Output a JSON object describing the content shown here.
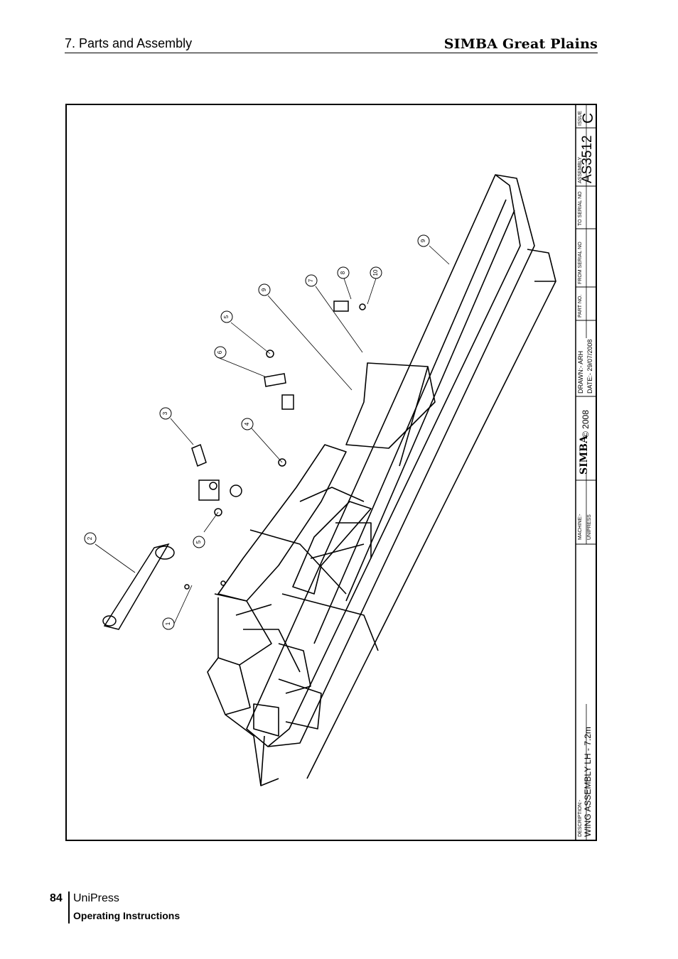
{
  "header": {
    "section": "7. Parts and Assembly",
    "brand": "SIMBA Great Plains"
  },
  "title_block": {
    "issue_label": "ISSUE",
    "issue_value": "C",
    "assembly_label": "ASSEMBLY",
    "assembly_value": "AS3512",
    "to_serial_label": "TO SERIAL NO",
    "from_serial_label": "FROM SERIAL NO",
    "part_no_label": "PART NO.",
    "drawn": "DRAWN:- ARH",
    "date": "DATE:- 29/07/2008",
    "logo": "SIMBA",
    "copyright": "© 2008",
    "machine_label": "MACHINE:-",
    "machine_value": "UNIPRESS",
    "description_label": "DESCRIPTION:-",
    "description_value": "WING ASSEMBLY LH - 7.2m"
  },
  "callouts": [
    "1",
    "2",
    "3",
    "4",
    "5",
    "5",
    "6",
    "7",
    "8",
    "9",
    "9",
    "10"
  ],
  "footer": {
    "page_number": "84",
    "product": "UniPress",
    "doc_type": "Operating Instructions"
  }
}
